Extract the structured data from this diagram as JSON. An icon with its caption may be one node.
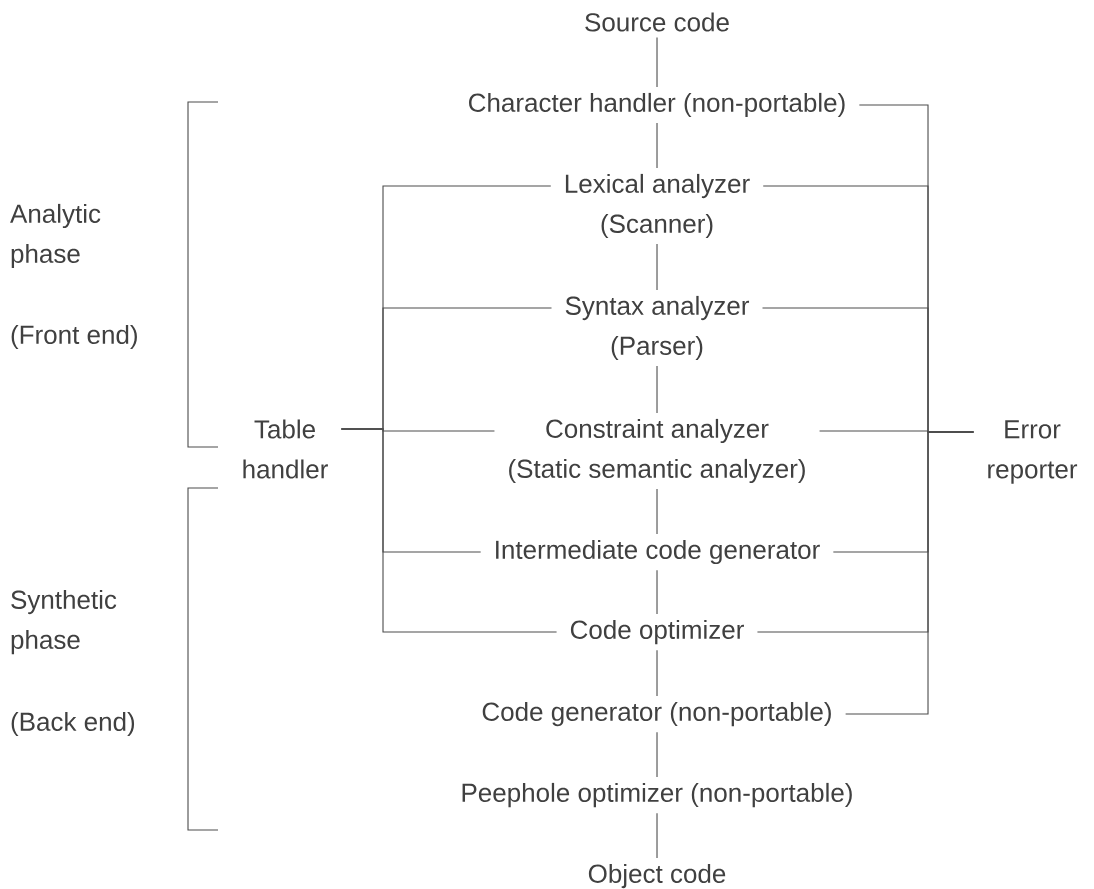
{
  "diagram": {
    "nodes": [
      {
        "text": [
          "Source code"
        ]
      },
      {
        "text": [
          "Character handler (non-portable)"
        ]
      },
      {
        "text": [
          "Lexical analyzer (Scanner)"
        ]
      },
      {
        "text": [
          "Syntax analyzer (Parser)"
        ]
      },
      {
        "text": [
          "Constraint analyzer (Static semantic analyzer)"
        ]
      },
      {
        "text": [
          "Intermediate code generator"
        ]
      },
      {
        "text": [
          "Code optimizer"
        ]
      },
      {
        "text": [
          "Code generator (non-portable)"
        ]
      },
      {
        "text": [
          "Peephole optimizer (non-portable)"
        ]
      },
      {
        "text": [
          "Object code"
        ]
      },
      {
        "text": [
          "Table handler"
        ]
      },
      {
        "text": [
          "Error reporter"
        ]
      }
    ],
    "edges": [
      {
        "from": 0,
        "to": 1,
        "arrow": "none"
      },
      {
        "from": 1,
        "to": 2,
        "arrow": "none"
      },
      {
        "from": 2,
        "to": 3,
        "arrow": "none"
      },
      {
        "from": 3,
        "to": 4,
        "arrow": "none"
      },
      {
        "from": 4,
        "to": 5,
        "arrow": "none"
      },
      {
        "from": 5,
        "to": 6,
        "arrow": "none"
      },
      {
        "from": 6,
        "to": 7,
        "arrow": "none"
      },
      {
        "from": 7,
        "to": 8,
        "arrow": "none"
      },
      {
        "from": 8,
        "to": 9,
        "arrow": "none"
      },
      {
        "from": 10,
        "to": 2,
        "arrow": "none"
      },
      {
        "from": 10,
        "to": 3,
        "arrow": "none"
      },
      {
        "from": 10,
        "to": 4,
        "arrow": "none"
      },
      {
        "from": 10,
        "to": 5,
        "arrow": "none"
      },
      {
        "from": 10,
        "to": 6,
        "arrow": "none"
      },
      {
        "from": 1,
        "to": 11,
        "arrow": "none"
      },
      {
        "from": 2,
        "to": 11,
        "arrow": "none"
      },
      {
        "from": 3,
        "to": 11,
        "arrow": "none"
      },
      {
        "from": 4,
        "to": 11,
        "arrow": "none"
      },
      {
        "from": 5,
        "to": 11,
        "arrow": "none"
      },
      {
        "from": 6,
        "to": 11,
        "arrow": "none"
      },
      {
        "from": 7,
        "to": 11,
        "arrow": "none"
      }
    ],
    "labels": [
      "Analytic phase",
      "(Front end)",
      "Synthetic phase",
      "(Back end)"
    ]
  }
}
